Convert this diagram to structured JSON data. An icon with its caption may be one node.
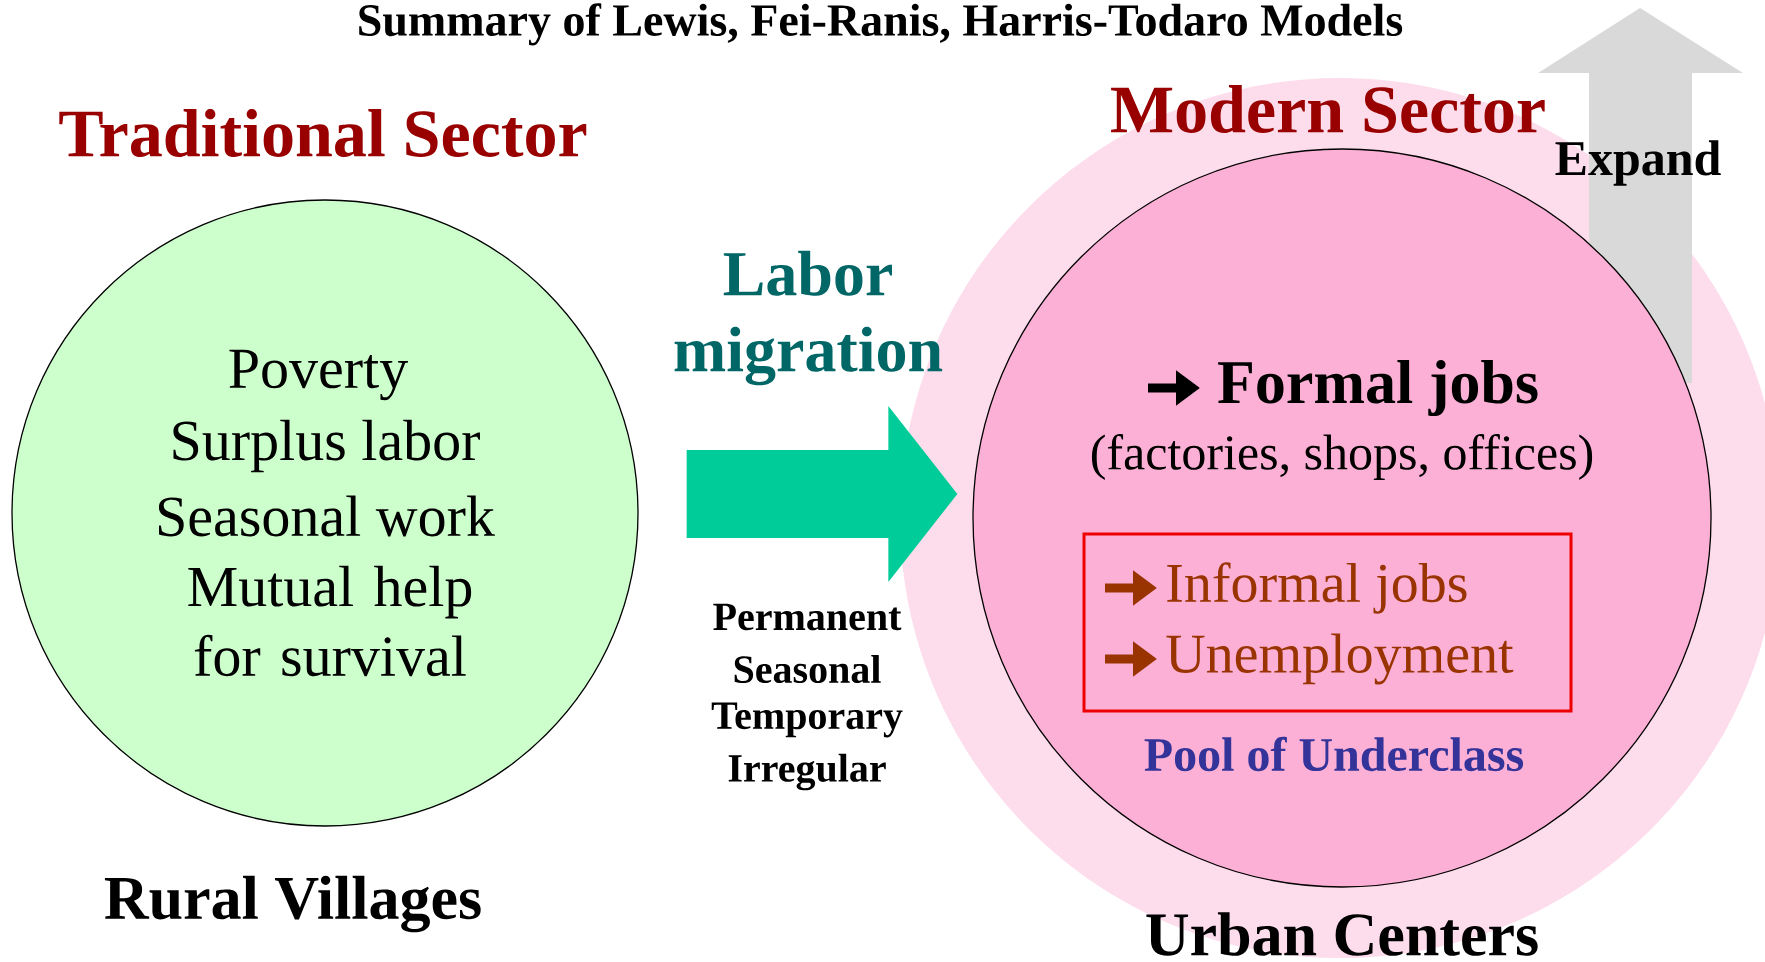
{
  "diagram": {
    "title": "Summary of Lewis, Fei-Ranis, Harris-Todaro Models",
    "nodes": [
      {
        "text": [
          "Traditional Sector",
          "Poverty",
          "Surplus labor",
          "Seasonal work",
          "Mutual help for survival"
        ],
        "beside": [
          "Rural Villages"
        ]
      },
      {
        "text": [
          "Modern Sector",
          "Urban Centers"
        ]
      },
      {
        "text": [
          "Formal jobs",
          "(factories, shops, offices)"
        ],
        "in": 1
      },
      {
        "text": [
          "Informal jobs",
          "Unemployment"
        ],
        "beside": [
          "Pool of Underclass"
        ],
        "in": 2
      }
    ],
    "edges": [
      {
        "from": 0,
        "to": 2,
        "arrow": "to",
        "label": "Labor migration",
        "style": "thick",
        "color": "#00cc99"
      }
    ],
    "labels": [
      "Permanent",
      "Seasonal",
      "Temporary",
      "Irregular",
      "Expand"
    ]
  }
}
